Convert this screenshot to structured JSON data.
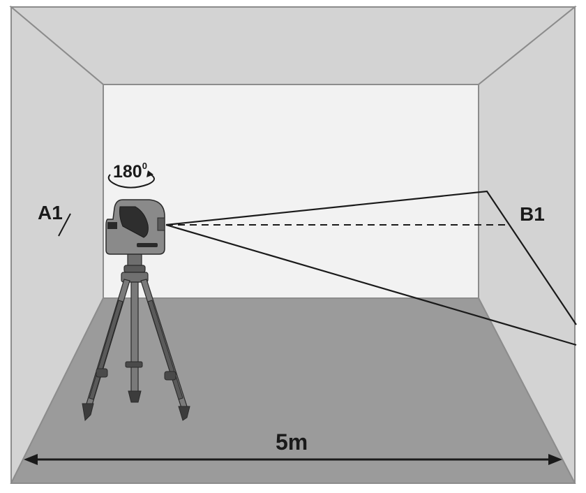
{
  "labels": {
    "rotation": "180",
    "rotation_degree": "0",
    "point_a": "A1",
    "point_b": "B1",
    "distance": "5m"
  },
  "colors": {
    "outline": "#8c8c8c",
    "ceiling": "#d3d3d3",
    "side_wall": "#d3d3d3",
    "back_wall": "#f2f2f2",
    "floor": "#9b9b9b",
    "device": "#8a8a8a",
    "ink": "#1a1a1a"
  }
}
